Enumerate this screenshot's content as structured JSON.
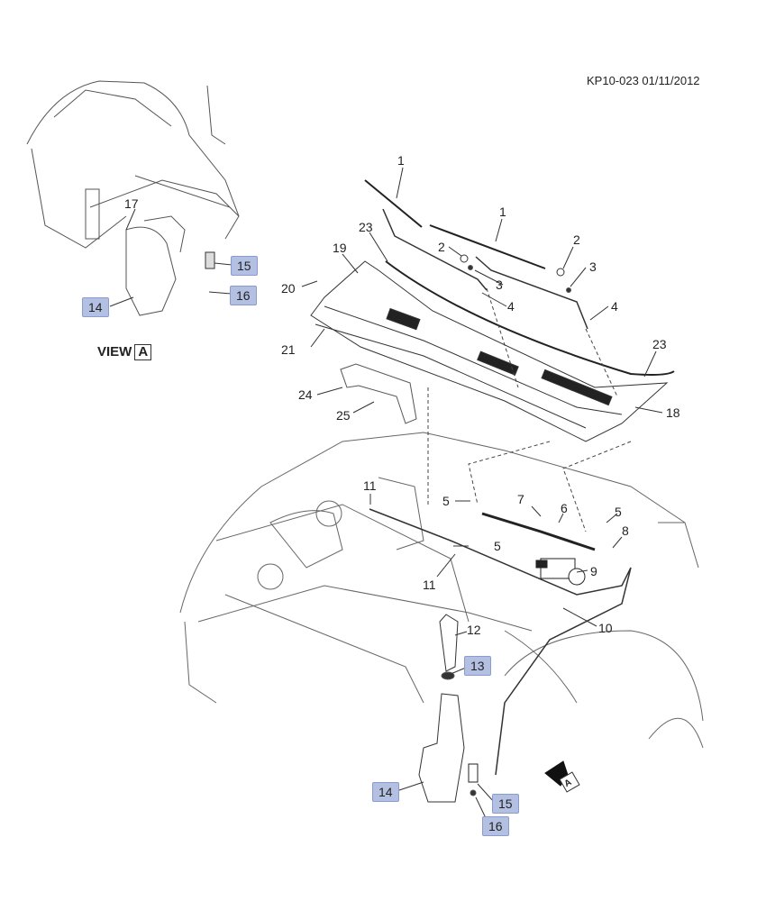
{
  "document_id": "KP10-023 01/11/2012",
  "inset_view": {
    "label": "VIEW",
    "letter": "A",
    "callouts": [
      {
        "number": "17",
        "highlighted": false
      },
      {
        "number": "15",
        "highlighted": true
      },
      {
        "number": "16",
        "highlighted": true
      },
      {
        "number": "14",
        "highlighted": true
      }
    ]
  },
  "main_callouts": {
    "c1a": "1",
    "c1b": "1",
    "c2a": "2",
    "c2b": "2",
    "c3a": "3",
    "c3b": "3",
    "c4a": "4",
    "c4b": "4",
    "c5a": "5",
    "c5b": "5",
    "c5c": "5",
    "c6": "6",
    "c7": "7",
    "c8": "8",
    "c9": "9",
    "c10": "10",
    "c11a": "11",
    "c11b": "11",
    "c12": "12",
    "c13": "13",
    "c14": "14",
    "c15": "15",
    "c16": "16",
    "c18": "18",
    "c19": "19",
    "c20": "20",
    "c21": "21",
    "c23a": "23",
    "c23b": "23",
    "c24": "24",
    "c25": "25"
  },
  "view_arrow_letter": "A",
  "colors": {
    "highlight_fill": "#b3c0e2",
    "highlight_border": "#8a9bd1",
    "line": "#333333"
  }
}
